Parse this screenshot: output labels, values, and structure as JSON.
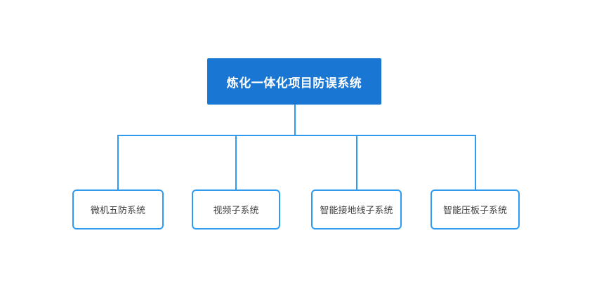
{
  "diagram": {
    "root": {
      "label": "炼化一体化项目防误系统"
    },
    "children": [
      {
        "label": "微机五防系统"
      },
      {
        "label": "视频子系统"
      },
      {
        "label": "智能接地线子系统"
      },
      {
        "label": "智能压板子系统"
      }
    ]
  },
  "colors": {
    "canvas-bg": "#ffffff",
    "root-fill": "#1976d2",
    "root-text": "#ffffff",
    "line-blue": "#2e9bf0",
    "child-fill": "#ffffff",
    "child-border": "#2e9bf0",
    "child-text": "#404040"
  }
}
